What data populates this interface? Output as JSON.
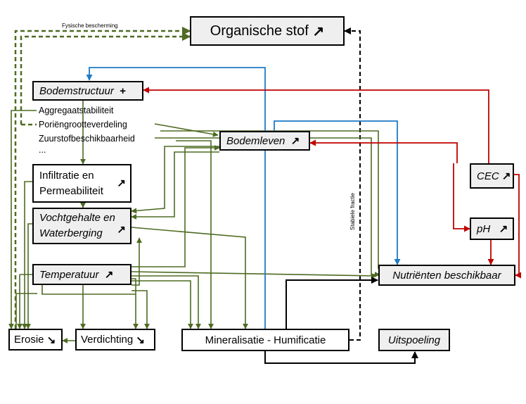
{
  "nodes": {
    "organische_stof": {
      "label": "Organische stof",
      "trend": "↗"
    },
    "bodemstructuur": {
      "label": "Bodemstructuur",
      "trend": "+"
    },
    "bodemleven": {
      "label": "Bodemleven",
      "trend": "↗"
    },
    "infiltratie": {
      "line1": "Infiltratie en",
      "line2": "Permeabiliteit",
      "trend": "↗"
    },
    "vochtgehalte": {
      "line1": "Vochtgehalte en",
      "line2": "Waterberging",
      "trend": "↗"
    },
    "temperatuur": {
      "label": "Temperatuur",
      "trend": "↗"
    },
    "cec": {
      "label": "CEC",
      "trend": "↗"
    },
    "ph": {
      "label": "pH",
      "trend": "↗"
    },
    "nutrienten": {
      "label": "Nutriënten beschikbaar"
    },
    "erosie": {
      "label": "Erosie",
      "trend": "↘"
    },
    "verdichting": {
      "label": "Verdichting",
      "trend": "↘"
    },
    "mineralisatie": {
      "label": "Mineralisatie - Humificatie"
    },
    "uitspoeling": {
      "label": "Uitspoeling"
    }
  },
  "structure_props": [
    "Aggregaatstabiliteit",
    "Poriëngrootteverdeling",
    "Zuurstofbeschikbaarheid",
    "..."
  ],
  "edge_labels": {
    "fysische_bescherming": "Fysische bescherming",
    "stabiele_fractie": "Stabiele fractie"
  },
  "colors": {
    "green": "#4e6b22",
    "blue": "#1f7ac4",
    "red": "#c00000",
    "black": "#000000",
    "box_grey": "#efefef"
  }
}
